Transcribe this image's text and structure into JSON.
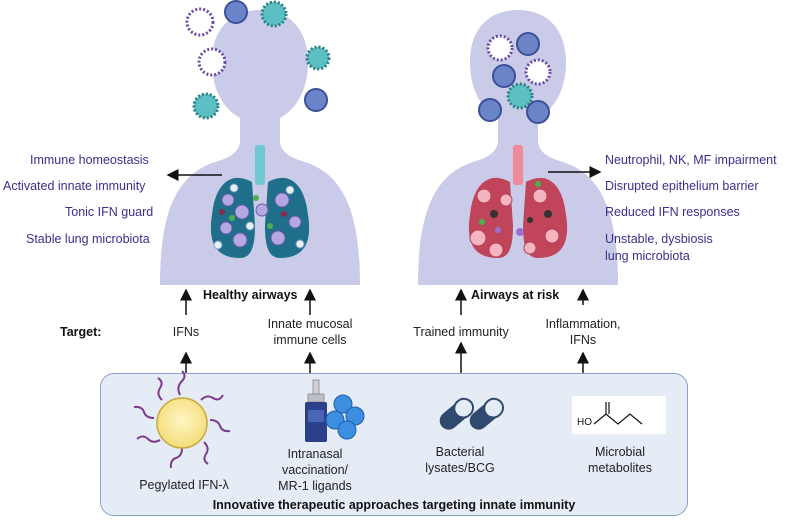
{
  "healthy": {
    "title": "Healthy airways",
    "features": [
      "Immune homeostasis",
      "Activated innate immunity",
      "Tonic IFN guard",
      "Stable lung microbiota"
    ]
  },
  "risk": {
    "title": "Airways at risk",
    "features": [
      "Neutrophil, NK, MF impairment",
      "Disrupted epithelium barrier",
      "Reduced IFN responses",
      "Unstable, dysbiosis",
      "lung microbiota"
    ]
  },
  "targets": {
    "label": "Target:",
    "items": [
      "IFNs",
      "Innate mucosal",
      "immune cells",
      "Trained immunity",
      "Inflammation,",
      "IFNs"
    ]
  },
  "approaches": {
    "title": "Innovative therapeutic approaches targeting innate immunity",
    "items": [
      "Pegylated IFN-λ",
      "Intranasal",
      "vaccination/",
      "MR-1 ligands",
      "Bacterial",
      "lysates/BCG",
      "Microbial",
      "metabolites"
    ],
    "molecule_label": "HO"
  },
  "colors": {
    "text_purple": "#3b2f8f",
    "body_fill": "#c9cbe8",
    "lung_healthy": "#1f6e8a",
    "lung_risk": "#c0445a",
    "panel_fill": "#e6ecf6"
  }
}
